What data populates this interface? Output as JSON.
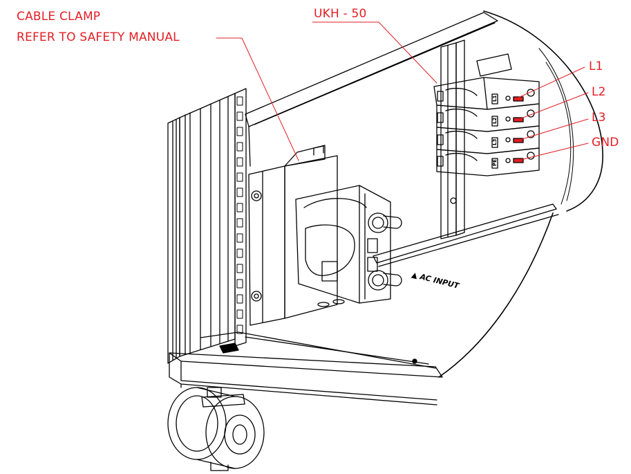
{
  "callouts": {
    "cable_clamp_title": "CABLE CLAMP",
    "cable_clamp_note": "REFER TO SAFETY MANUAL",
    "terminal_block": "UKH - 50",
    "l1": "L1",
    "l2": "L2",
    "l3": "L3",
    "gnd": "GND"
  },
  "panel_marking": "▲ AC INPUT",
  "terminal_plates": [
    "L1",
    "L2",
    "L3",
    "PE"
  ],
  "colors": {
    "callout": "#e31e24",
    "line": "#000000",
    "background": "#ffffff"
  }
}
